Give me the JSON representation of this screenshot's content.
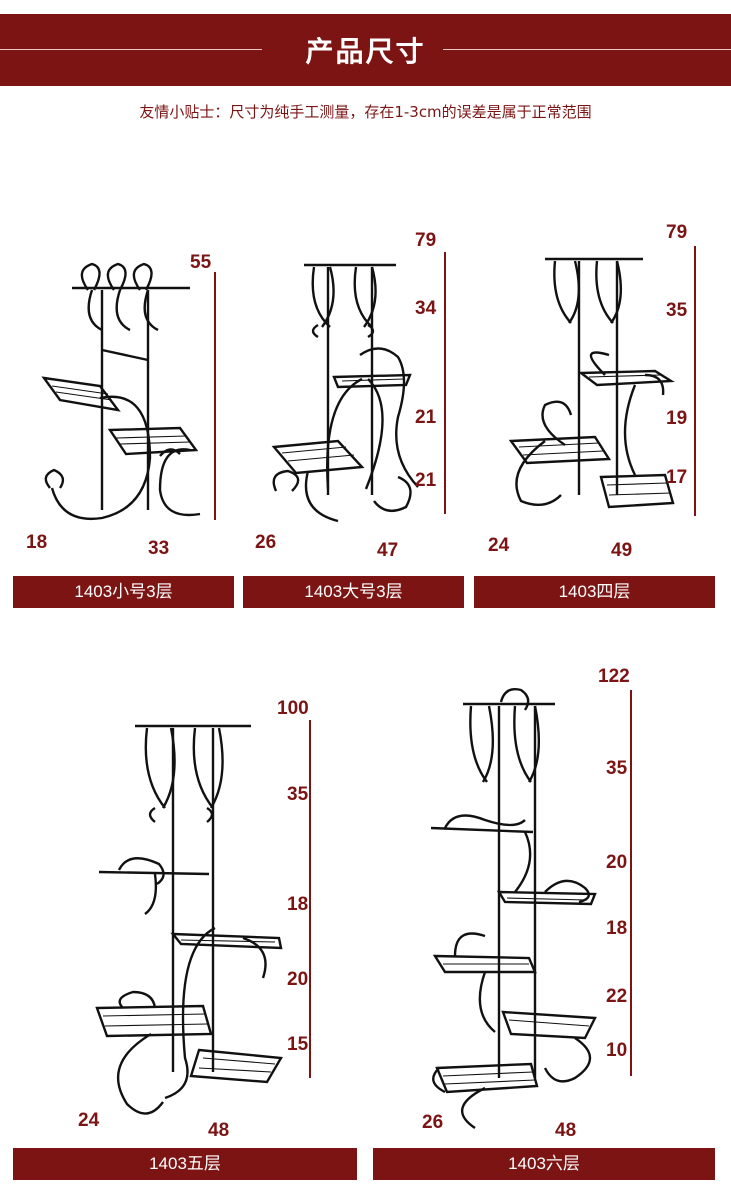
{
  "header": {
    "title": "产品尺寸"
  },
  "tip": "友情小贴士：尺寸为纯手工测量，存在1-3cm的误差是属于正常范围",
  "colors": {
    "brand": "#7c1414",
    "text_light": "#ffffff",
    "rack": "#111111"
  },
  "products": [
    {
      "label": "1403小号3层",
      "total": "55",
      "segments": [],
      "depth": "18",
      "width": "33"
    },
    {
      "label": "1403大号3层",
      "total": "79",
      "segments": [
        "34",
        "21",
        "21"
      ],
      "depth": "26",
      "width": "47"
    },
    {
      "label": "1403四层",
      "total": "79",
      "segments": [
        "35",
        "19",
        "17"
      ],
      "depth": "24",
      "width": "49"
    },
    {
      "label": "1403五层",
      "total": "100",
      "segments": [
        "35",
        "18",
        "20",
        "15"
      ],
      "depth": "24",
      "width": "48"
    },
    {
      "label": "1403六层",
      "total": "122",
      "segments": [
        "35",
        "20",
        "18",
        "22",
        "10"
      ],
      "depth": "26",
      "width": "48"
    }
  ]
}
